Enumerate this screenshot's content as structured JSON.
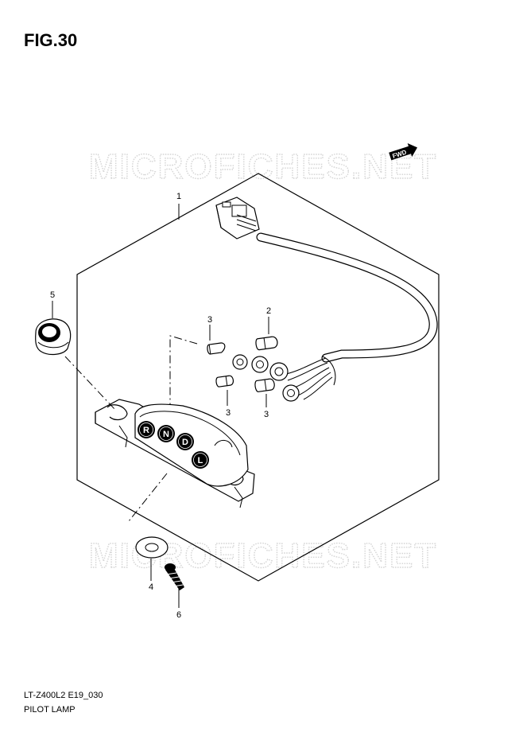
{
  "figure": {
    "title": "FIG.30"
  },
  "watermarks": [
    {
      "text": "MICROFICHES.NET"
    },
    {
      "text": "MICROFICHES.NET"
    }
  ],
  "fwd_badge": {
    "label": "FWD"
  },
  "callouts": [
    {
      "label": "1"
    },
    {
      "label": "2"
    },
    {
      "label": "3"
    },
    {
      "label": "3"
    },
    {
      "label": "3"
    },
    {
      "label": "4"
    },
    {
      "label": "5"
    },
    {
      "label": "6"
    }
  ],
  "indicator_letters": [
    "R",
    "N",
    "D",
    "L"
  ],
  "footer": {
    "model_code": "LT-Z400L2 E19_030",
    "part_name": "PILOT LAMP"
  }
}
